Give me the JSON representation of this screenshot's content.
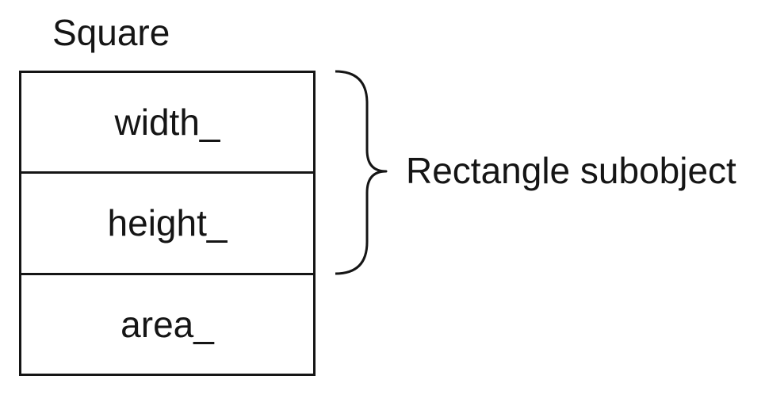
{
  "diagram": {
    "title": "Square",
    "fields": [
      {
        "label": "width_"
      },
      {
        "label": "height_"
      },
      {
        "label": "area_"
      }
    ],
    "brace": {
      "label": "Rectangle subobject",
      "covers_fields": [
        "width_",
        "height_"
      ]
    }
  },
  "colors": {
    "background": "#ffffff",
    "line": "#151515",
    "text": "#151515"
  }
}
